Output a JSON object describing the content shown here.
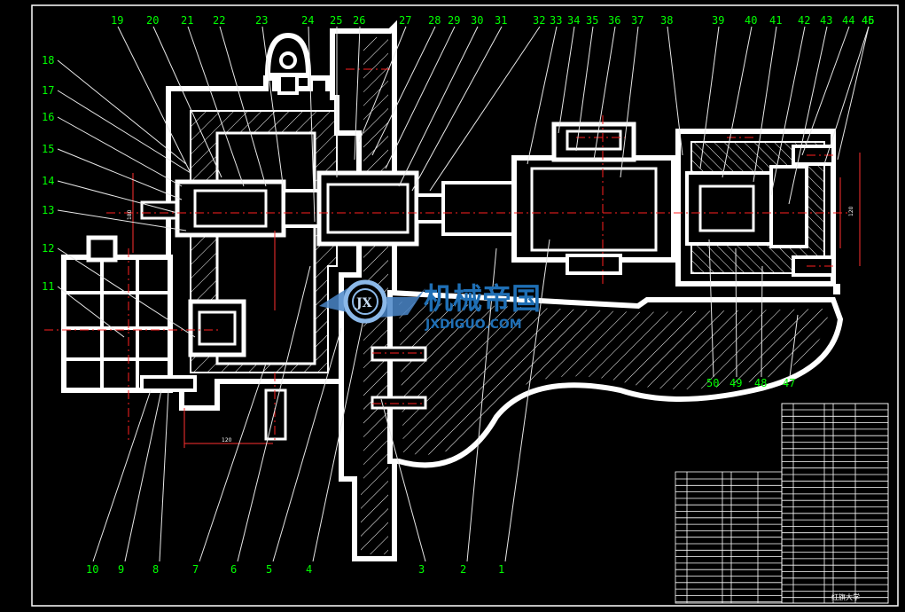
{
  "drawing": {
    "part_callouts_top": [
      "19",
      "20",
      "21",
      "22",
      "23",
      "24",
      "25",
      "26",
      "27",
      "28",
      "29",
      "30",
      "31",
      "32",
      "33",
      "34",
      "35",
      "36",
      "37",
      "38",
      "39",
      "40",
      "41",
      "42",
      "43",
      "44",
      "45",
      "46"
    ],
    "part_callouts_left": [
      "18",
      "17",
      "16",
      "15",
      "14",
      "13",
      "12",
      "11"
    ],
    "part_callouts_bottom": [
      "10",
      "9",
      "8",
      "7",
      "6",
      "5",
      "4",
      "3",
      "2",
      "1"
    ],
    "part_callouts_right_bottom": [
      "50",
      "49",
      "48",
      "47"
    ],
    "dimension_labels": [
      "120",
      "180",
      "120"
    ],
    "colors": {
      "background": "#000000",
      "linework": "#ffffff",
      "callout_text": "#00ff00",
      "center_lines": "#ff2020"
    }
  },
  "watermark": {
    "logo_letters": "JX",
    "title": "机械帝国",
    "subtitle": "JXDIGUO.COM"
  },
  "title_block": {
    "school": "红旗大学"
  }
}
